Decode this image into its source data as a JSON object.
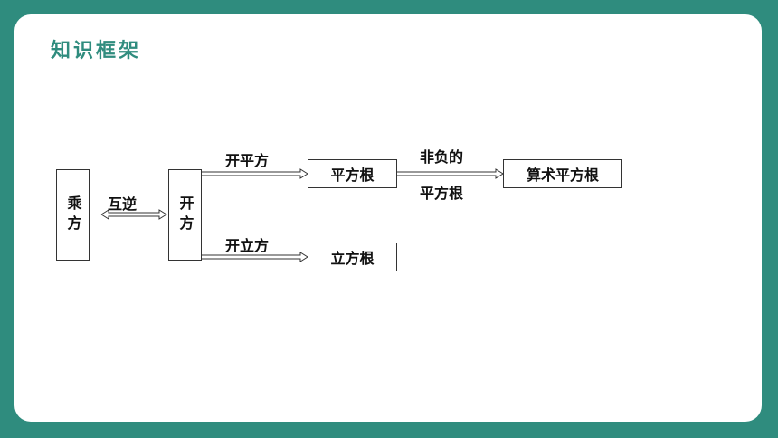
{
  "page": {
    "title": "知识框架"
  },
  "diagram": {
    "nodes": {
      "power": "乘方",
      "root_op": "开方",
      "square_root": "平方根",
      "arith_sqrt": "算术平方根",
      "cube_root": "立方根"
    },
    "edge_labels": {
      "inverse": "互逆",
      "take_square_root": "开平方",
      "take_cube_root": "开立方",
      "nonneg_line1": "非负的",
      "nonneg_line2": "平方根"
    }
  },
  "colors": {
    "background": "#2f8c7e",
    "title": "#2f8c7e",
    "card": "#ffffff"
  }
}
